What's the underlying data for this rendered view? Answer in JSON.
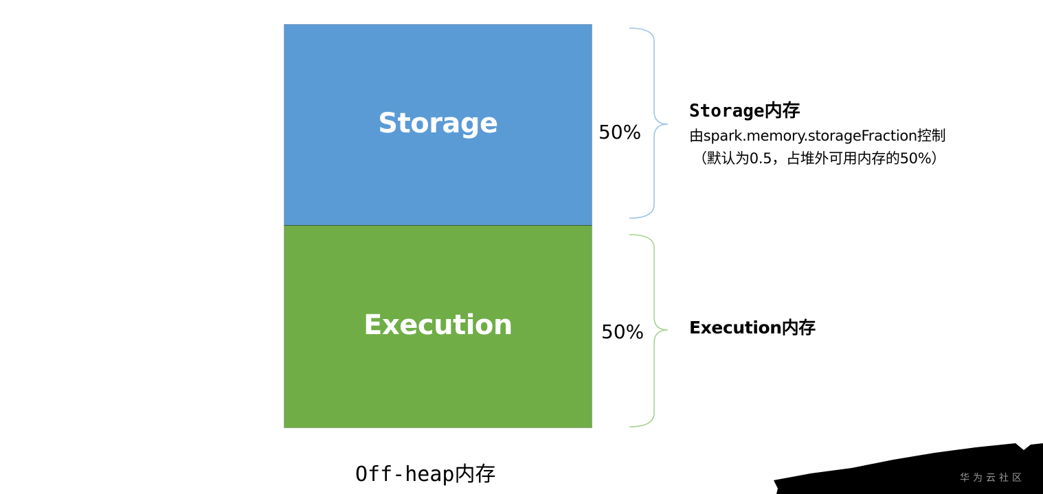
{
  "diagram": {
    "blocks": {
      "storage": {
        "label": "Storage",
        "color": "#5b9bd5"
      },
      "execution": {
        "label": "Execution",
        "color": "#70ad47"
      }
    },
    "percentages": {
      "storage": "50%",
      "execution": "50%"
    },
    "annotations": {
      "storage_title": "Storage内存",
      "storage_line1": "由spark.memory.storageFraction控制",
      "storage_line2": "（默认为0.5，占堆外可用内存的50%）",
      "execution_title": "Execution内存"
    },
    "caption": "Off-heap内存",
    "brace_colors": {
      "storage": "#9dc3e6",
      "execution": "#a9d18e"
    }
  },
  "watermark": {
    "text": "华为云社区"
  }
}
